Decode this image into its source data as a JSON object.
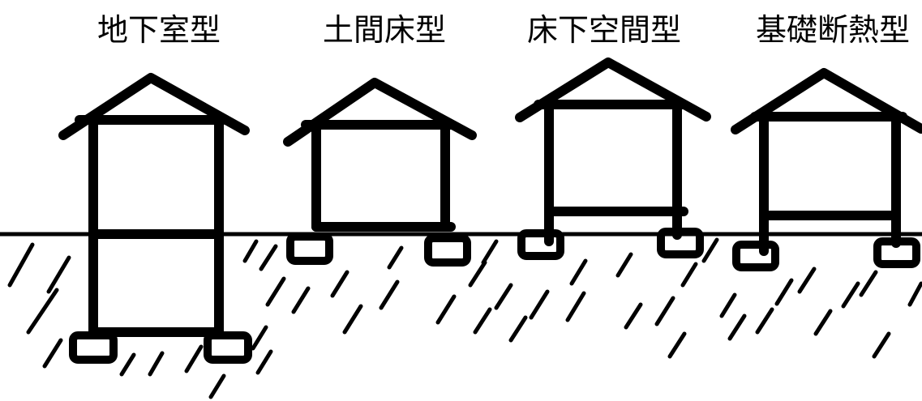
{
  "labels": {
    "basement": "地下室型",
    "doma": "土間床型",
    "crawlspace": "床下空間型",
    "foundation_insulation": "基礎断熱型"
  },
  "colors": {
    "ink": "#000000",
    "background": "#ffffff"
  }
}
